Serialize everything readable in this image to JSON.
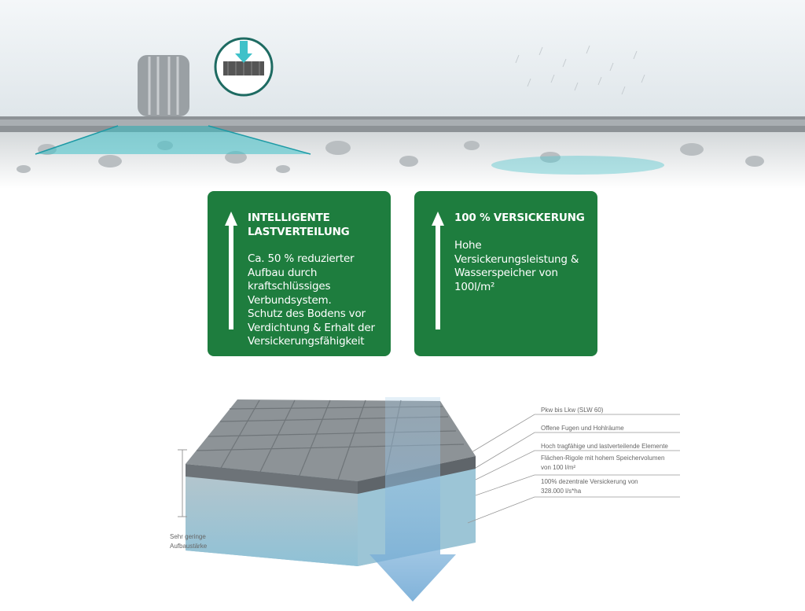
{
  "colors": {
    "card_green": "#1e7d3e",
    "water_teal": "#3fc1c9",
    "arrow_blue": "#7fb3d9"
  },
  "cards": [
    {
      "title_lines": [
        "INTELLIGENTE",
        "LASTVERTEILUNG"
      ],
      "body_lines": [
        "Ca. 50 % reduzierter",
        "Aufbau durch",
        "kraftschlüssiges",
        "Verbundsystem.",
        "Schutz des Bodens vor",
        "Verdichtung & Erhalt der",
        "Versickerungsfähigkeit"
      ]
    },
    {
      "title_lines": [
        "100 % VERSICKERUNG"
      ],
      "body_lines": [
        "Hohe",
        "Versickerungsleistung &",
        "Wasserspeicher von",
        "100l/m²"
      ]
    }
  ],
  "diagram": {
    "labels": [
      {
        "lines": [
          "Pkw bis Lkw (SLW 60)"
        ]
      },
      {
        "lines": [
          "Offene Fugen und Hohlräume"
        ]
      },
      {
        "lines": [
          "Hoch tragfähige und lastverteilende Elemente"
        ]
      },
      {
        "lines": [
          "Flächen-Rigole mit hohem Speichervolumen",
          "von 100 l/m²"
        ]
      },
      {
        "lines": [
          "100% dezentrale Versickerung von",
          "328.000 l/s*ha"
        ]
      }
    ],
    "thickness_label": [
      "Sehr geringe",
      "Aufbaustärke"
    ]
  }
}
